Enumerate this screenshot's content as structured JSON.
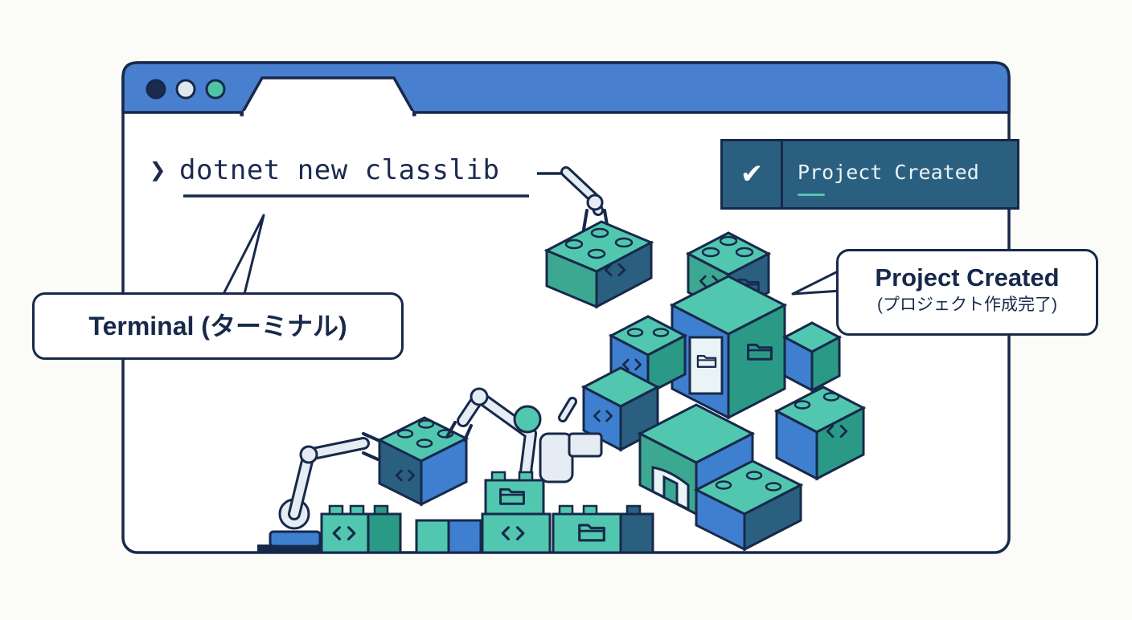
{
  "window": {
    "traffic_lights": [
      "#1b2a4e",
      "#dfe6ee",
      "#4ec3a6"
    ],
    "accent": "#4880cf",
    "outline": "#17294a"
  },
  "terminal": {
    "prompt_icon": "chevron-right-icon",
    "command": "dotnet new classlib"
  },
  "toast": {
    "icon": "checkmark-icon",
    "message": "Project Created",
    "bg": "#2a5f80"
  },
  "callouts": {
    "terminal_label": "Terminal (ターミナル)",
    "created_title": "Project Created",
    "created_subtitle": "(プロジェクト作成完了)"
  },
  "bricks": {
    "colors": {
      "teal": "#4cb8a2",
      "blue": "#3f7fd0",
      "dark": "#2a5f80"
    },
    "icons": [
      "code-brackets-icon",
      "folder-icon"
    ]
  }
}
